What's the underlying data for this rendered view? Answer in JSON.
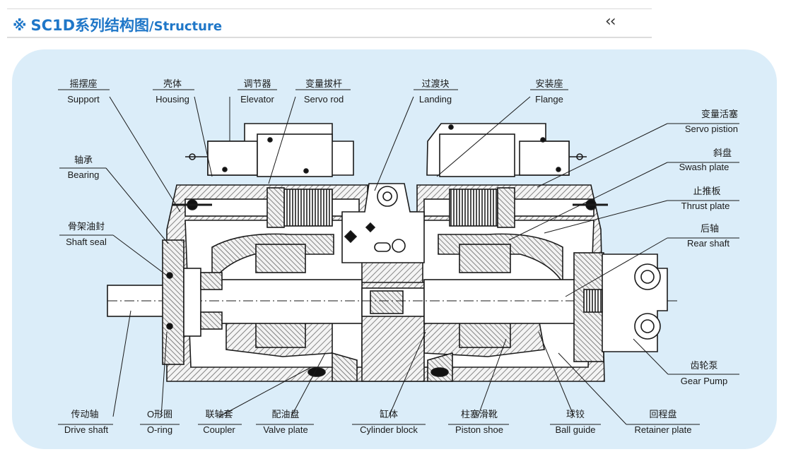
{
  "header": {
    "title_mark": "※",
    "title_main": "SC1D系列结构图",
    "title_sub": "/Structure",
    "collapse_glyph": "‹‹"
  },
  "colors": {
    "title": "#1f77c8",
    "panel": "#dbedf9",
    "hatch": "#6b6b6b"
  },
  "labels": {
    "support": {
      "zh": "摇摆座",
      "en": "Support"
    },
    "housing": {
      "zh": "壳体",
      "en": "Housing"
    },
    "elevator": {
      "zh": "调节器",
      "en": "Elevator"
    },
    "servo_rod": {
      "zh": "变量拔杆",
      "en": "Servo rod"
    },
    "landing": {
      "zh": "过渡块",
      "en": "Landing"
    },
    "flange": {
      "zh": "安装座",
      "en": "Flange"
    },
    "servo_piston": {
      "zh": "变量活塞",
      "en": "Servo pistion"
    },
    "swash_plate": {
      "zh": "斜盘",
      "en": "Swash plate"
    },
    "thrust_plate": {
      "zh": "止推板",
      "en": "Thrust plate"
    },
    "rear_shaft": {
      "zh": "后轴",
      "en": "Rear shaft"
    },
    "bearing": {
      "zh": "轴承",
      "en": "Bearing"
    },
    "shaft_seal": {
      "zh": "骨架油封",
      "en": "Shaft seal"
    },
    "gear_pump": {
      "zh": "齿轮泵",
      "en": "Gear Pump"
    },
    "drive_shaft": {
      "zh": "传动轴",
      "en": "Drive shaft"
    },
    "o_ring": {
      "zh": "O形圈",
      "en": "O-ring"
    },
    "coupler": {
      "zh": "联轴套",
      "en": "Coupler"
    },
    "valve_plate": {
      "zh": "配油盘",
      "en": "Valve plate"
    },
    "cylinder_block": {
      "zh": "缸体",
      "en": "Cylinder block"
    },
    "piston_shoe": {
      "zh": "柱塞滑靴",
      "en": "Piston shoe"
    },
    "ball_guide": {
      "zh": "球铰",
      "en": "Ball guide"
    },
    "retainer_plate": {
      "zh": "回程盘",
      "en": "Retainer plate"
    }
  }
}
